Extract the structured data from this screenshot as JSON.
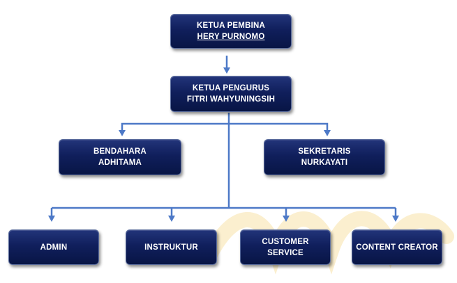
{
  "org_chart": {
    "ketua_pembina": {
      "role": "KETUA PEMBINA",
      "name": "HERY PURNOMO"
    },
    "ketua_pengurus": {
      "role": "KETUA PENGURUS",
      "name": "FITRI WAHYUNINGSIH"
    },
    "bendahara": {
      "role": "BENDAHARA",
      "name": "ADHITAMA"
    },
    "sekretaris": {
      "role": "SEKRETARIS",
      "name": "NURKAYATI"
    },
    "divisions": [
      {
        "label": "ADMIN"
      },
      {
        "label": "INSTRUKTUR"
      },
      {
        "label": "CUSTOMER SERVICE"
      },
      {
        "label": "CONTENT CREATOR"
      }
    ]
  },
  "colors": {
    "box": "#0f1e5a",
    "connector": "#4d79c7",
    "text": "#ffffff"
  }
}
